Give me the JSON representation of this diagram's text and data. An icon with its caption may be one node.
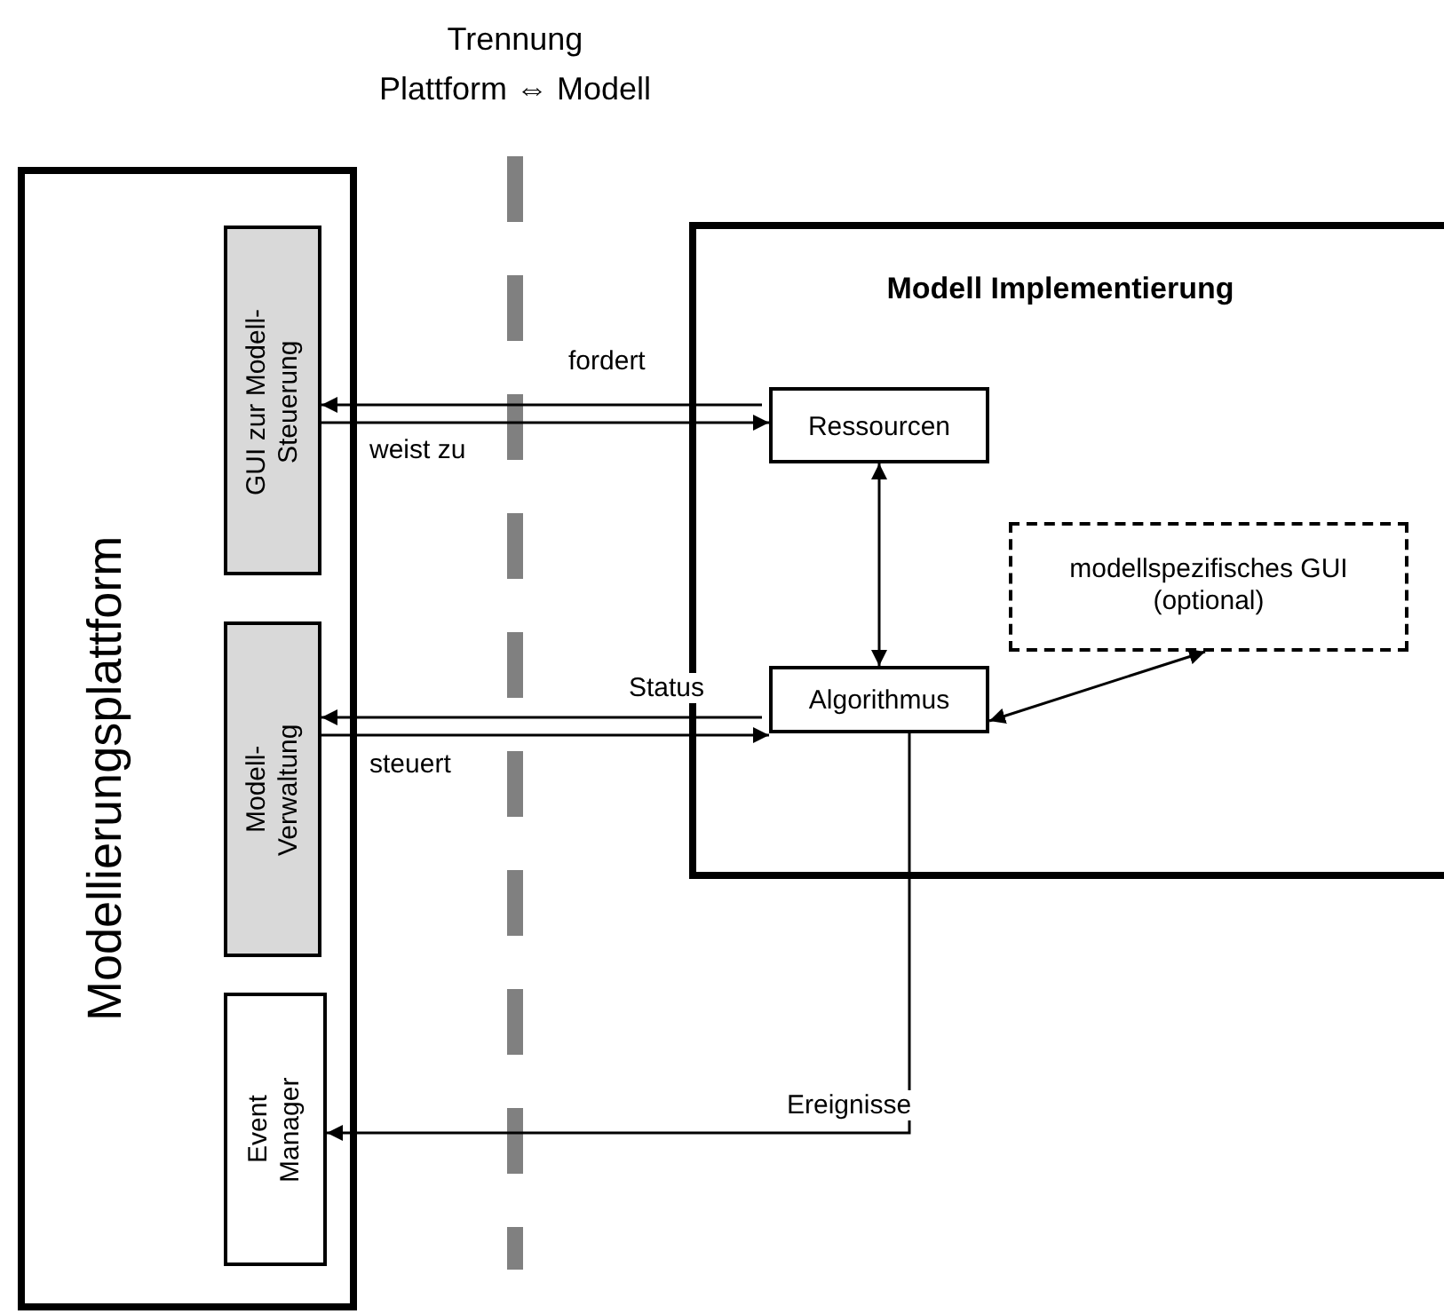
{
  "diagram": {
    "nodes": [
      {
        "text": [
          "Modellierungsplattform"
        ]
      },
      {
        "text": [
          "GUI zur Modell-Steuerung"
        ],
        "in": 0
      },
      {
        "text": [
          "Modell-Verwaltung"
        ],
        "in": 0
      },
      {
        "text": [
          "Event Manager"
        ],
        "in": 0
      },
      {
        "text": [
          "Modell Implementierung"
        ]
      },
      {
        "text": [
          "Ressourcen"
        ],
        "in": 4
      },
      {
        "text": [
          "modellspezifisches GUI (optional)"
        ],
        "in": 4
      },
      {
        "text": [
          "Algorithmus"
        ],
        "in": 4
      }
    ],
    "edges": [
      {
        "from": 5,
        "to": 1,
        "arrow": "to",
        "label": "fordert"
      },
      {
        "from": 1,
        "to": 5,
        "arrow": "to",
        "label": "weist zu"
      },
      {
        "from": 5,
        "to": 7,
        "arrow": "both"
      },
      {
        "from": 7,
        "to": 6,
        "arrow": "both"
      },
      {
        "from": 7,
        "to": 2,
        "arrow": "to",
        "label": "Status"
      },
      {
        "from": 2,
        "to": 7,
        "arrow": "to",
        "label": "steuert"
      },
      {
        "from": 7,
        "to": 3,
        "arrow": "to",
        "label": "Ereignisse"
      }
    ],
    "labels": [
      "Trennung",
      "Plattform ⇔ Modell"
    ]
  }
}
